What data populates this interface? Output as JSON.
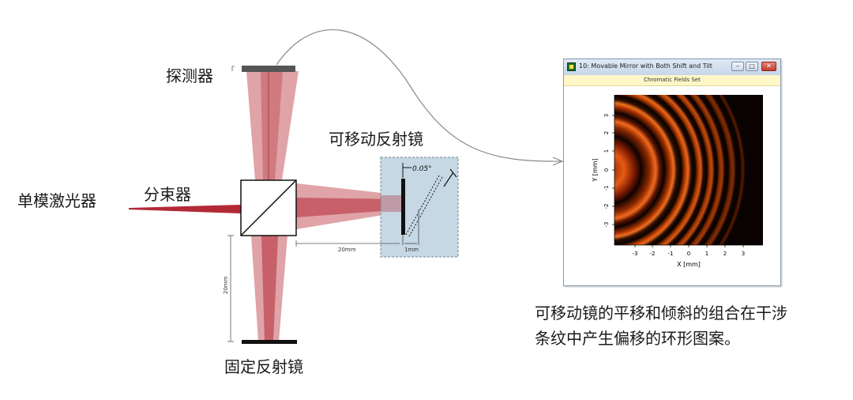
{
  "labels": {
    "detector": "探测器",
    "movable_mirror": "可移动反射镜",
    "beam_splitter": "分束器",
    "laser": "单模激光器",
    "fixed_mirror": "固定反射镜",
    "angle": "0.05°",
    "dist_horizontal": "20mm",
    "dist_vertical": "20mm",
    "dist_shift": "1mm",
    "caption_line1": "可移动镜的平移和倾斜的组合在干涉",
    "caption_line2": "条纹中产生偏移的环形图案。"
  },
  "window": {
    "title": "10: Movable Mirror with Both Shift and Tilt",
    "subtitle": "Chromatic Fields Set",
    "buttons": [
      "–",
      "□",
      "✕"
    ]
  },
  "plot": {
    "xlabel": "X [mm]",
    "ylabel": "Y [mm]",
    "xticks": [
      "-3",
      "-2",
      "-1",
      "0",
      "1",
      "2",
      "3"
    ],
    "yticks": [
      "3",
      "2",
      "1",
      "0",
      "-1",
      "-2",
      "-3"
    ]
  },
  "colors": {
    "beam": "#b22a36",
    "beam_light": "#e6a3a8",
    "inset_bg": "#c5d8e3",
    "fringe": "#e05010"
  }
}
